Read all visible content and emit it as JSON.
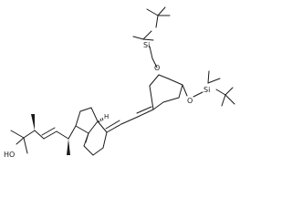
{
  "molecule": {
    "atom_labels": {
      "si_top": "Si",
      "o_top": "O",
      "o_right": "O",
      "si_right": "Si",
      "h_ring_junction": "H",
      "ho": "HO"
    }
  }
}
